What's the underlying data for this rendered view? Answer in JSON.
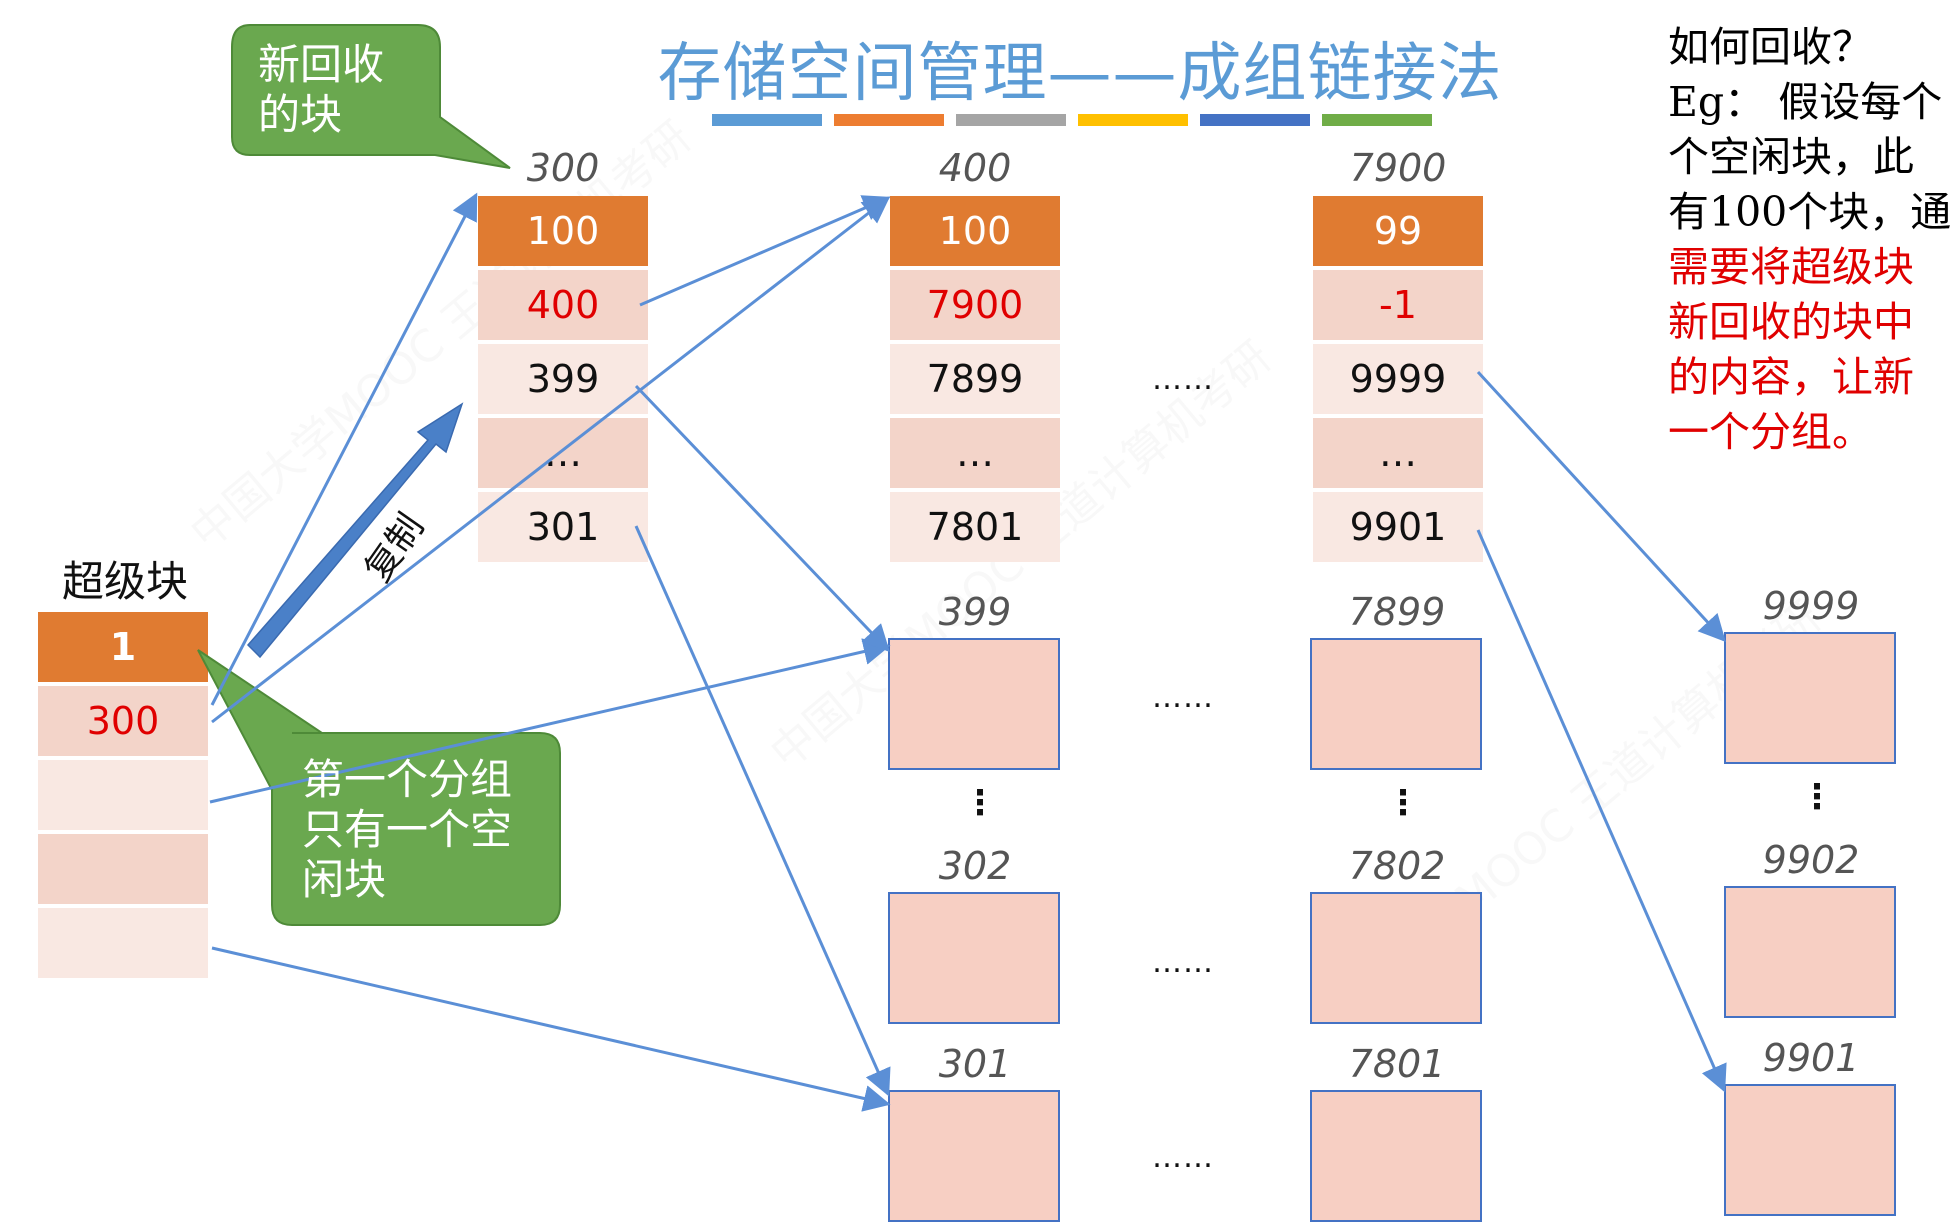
{
  "title": "存储空间管理——成组链接法",
  "title_bar_colors": [
    "#5b9bd5",
    "#ed7d31",
    "#a5a5a5",
    "#ffc000",
    "#4472c4",
    "#70ad47"
  ],
  "colors": {
    "orange": "#e07b31",
    "pink": "#f3d4c9",
    "light_pink": "#f9e8e2",
    "block": "#f7cfc3",
    "arrow": "#5b8fd6",
    "callout_green": "#6aa84f",
    "red": "#e00000"
  },
  "superblock": {
    "label": "超级块",
    "cells": [
      "1",
      "300",
      "",
      "",
      ""
    ]
  },
  "groups": [
    {
      "id": "300",
      "cells": [
        "100",
        "400",
        "399",
        "…",
        "301"
      ]
    },
    {
      "id": "400",
      "cells": [
        "100",
        "7900",
        "7899",
        "…",
        "7801"
      ]
    },
    {
      "id": "7900",
      "cells": [
        "99",
        "-1",
        "9999",
        "…",
        "9901"
      ]
    }
  ],
  "block_labels": {
    "col1": [
      "399",
      "302",
      "301"
    ],
    "col2": [
      "7899",
      "7802",
      "7801"
    ],
    "col3": [
      "9999",
      "9902",
      "9901"
    ]
  },
  "ellipsis": "……",
  "vertical_ellipsis": "⋮",
  "copy_label": "复制",
  "callouts": {
    "new_block": [
      "新回收",
      "的块"
    ],
    "first_group": [
      "第一个分组",
      "只有一个空",
      "闲块"
    ]
  },
  "side_text": {
    "lines": [
      "如何回收？",
      "Eg：  假设每个",
      "个空闲块，此",
      "有100个块，通"
    ],
    "red_lines": [
      "需要将超级块",
      "新回收的块中",
      "的内容，让新",
      "一个分组。"
    ]
  },
  "watermark": "中国大学MOOC 王道计算机考研"
}
